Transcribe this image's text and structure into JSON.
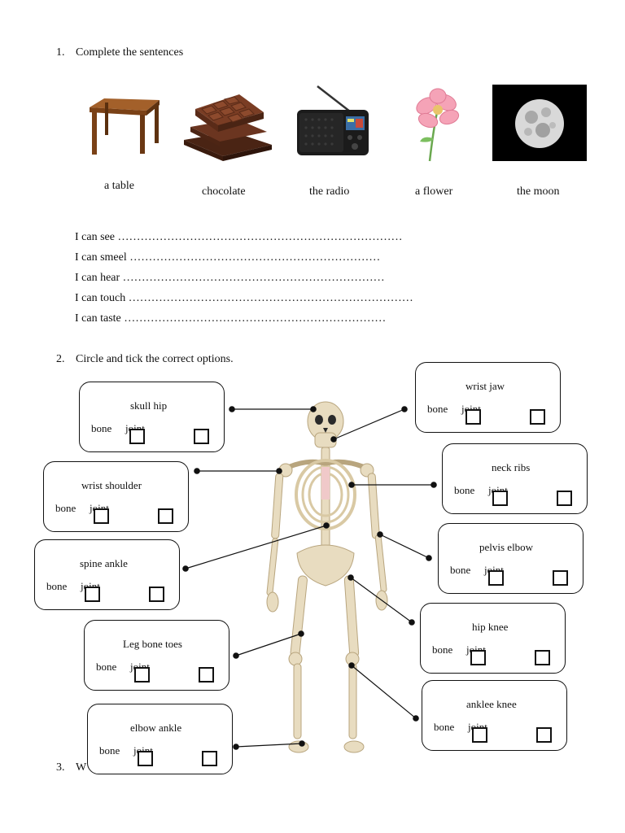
{
  "section1": {
    "number": "1.",
    "title": "Complete the sentences",
    "items": [
      {
        "caption": "a table",
        "icon": "table-icon"
      },
      {
        "caption": "chocolate",
        "icon": "chocolate-icon"
      },
      {
        "caption": "the radio",
        "icon": "radio-icon"
      },
      {
        "caption": "a flower",
        "icon": "flower-icon"
      },
      {
        "caption": "the moon",
        "icon": "moon-icon"
      }
    ],
    "sentences": [
      "I can see …………………………………………………………………",
      "I can smeel …………………………………………………………",
      "I can hear ……………………………………………………………",
      "I can touch …………………………………………………………………",
      "I can taste ……………………………………………………………"
    ]
  },
  "section2": {
    "number": "2.",
    "title": "Circle and tick the correct options.",
    "bone_label": "bone",
    "joint_label": "joint",
    "boxes_left": [
      {
        "words": "skull  hip"
      },
      {
        "words": "wrist  shoulder"
      },
      {
        "words": "spine  ankle"
      },
      {
        "words": "Leg bone  toes"
      },
      {
        "words": "elbow  ankle"
      }
    ],
    "boxes_right": [
      {
        "words": "wrist  jaw"
      },
      {
        "words": "neck  ribs"
      },
      {
        "words": "pelvis  elbow"
      },
      {
        "words": "hip  knee"
      },
      {
        "words": "anklee  knee"
      }
    ]
  },
  "section3": {
    "number": "3.",
    "title_fragment": "W"
  }
}
